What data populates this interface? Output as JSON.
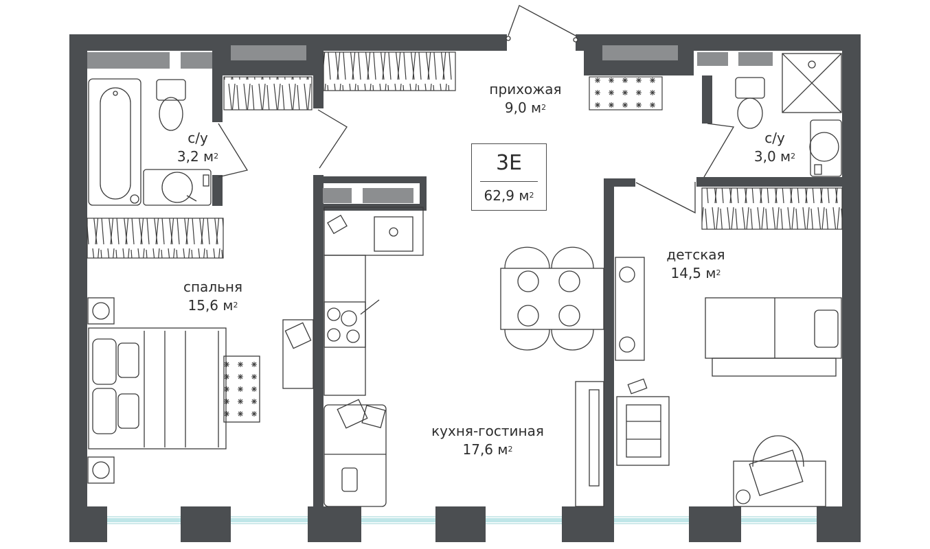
{
  "plan": {
    "code": "3E",
    "total_area": "62,9 м",
    "area_unit_sup": "2",
    "colors": {
      "wall": "#4b4e51",
      "window_strip": "#8c8e90",
      "glass": "#bfe6e8",
      "furniture_line": "#3a3a3a"
    },
    "rooms": [
      {
        "id": "hallway",
        "name": "прихожая",
        "area": "9,0 м"
      },
      {
        "id": "bathroom-left",
        "name": "с/у",
        "area": "3,2 м"
      },
      {
        "id": "bathroom-right",
        "name": "с/у",
        "area": "3,0 м"
      },
      {
        "id": "bedroom",
        "name": "спальня",
        "area": "15,6 м"
      },
      {
        "id": "kids-room",
        "name": "детская",
        "area": "14,5 м"
      },
      {
        "id": "kitchen-living",
        "name": "кухня-гостиная",
        "area": "17,6 м"
      }
    ]
  }
}
